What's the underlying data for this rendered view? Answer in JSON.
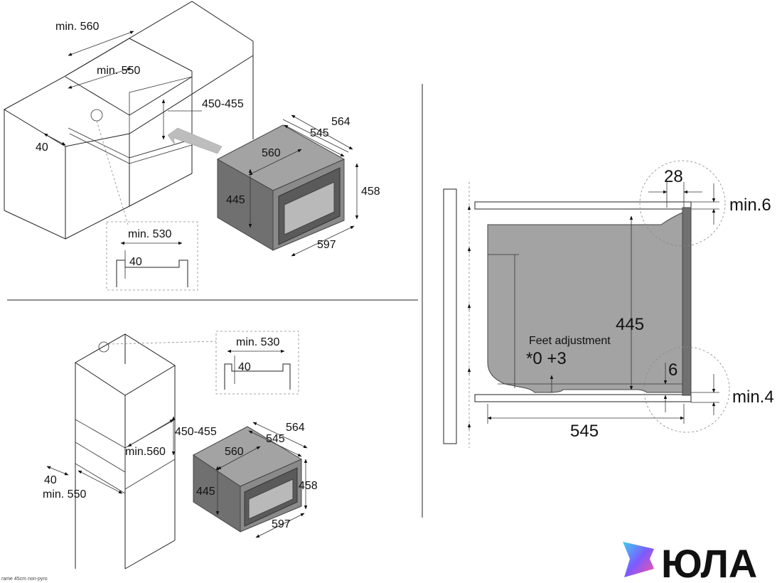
{
  "top_left": {
    "dims": {
      "cab_width": "min. 560",
      "cab_inner": "min. 550",
      "niche_height": "450-455",
      "front_gap": "40",
      "oven_depth_total": "564",
      "oven_depth": "545",
      "oven_width": "560",
      "oven_height": "445",
      "oven_front_height": "458",
      "oven_front_width": "597"
    },
    "detail": {
      "vent_width": "min. 530",
      "vent_depth": "40"
    }
  },
  "bottom_left": {
    "dims": {
      "niche_height": "450-455",
      "cab_width": "min.560",
      "front_gap": "40",
      "cab_inner": "min. 550",
      "oven_depth_total": "564",
      "oven_depth": "545",
      "oven_width": "560",
      "oven_height": "445",
      "oven_front_height": "458",
      "oven_front_width": "597"
    },
    "detail": {
      "vent_width": "min. 530",
      "vent_depth": "40"
    },
    "caption": "rame 45cm non-pyro"
  },
  "right": {
    "dims": {
      "top_offset": "28",
      "top_gap": "min.6",
      "height": "445",
      "bottom_offset": "6",
      "bottom_gap": "min.4",
      "depth": "545"
    },
    "feet_label": "Feet adjustment",
    "feet_value": "*0 +3"
  },
  "logo": {
    "text": "ЮЛА",
    "colors": [
      "#3fd0f0",
      "#7b5cff",
      "#ff4fa0"
    ]
  }
}
